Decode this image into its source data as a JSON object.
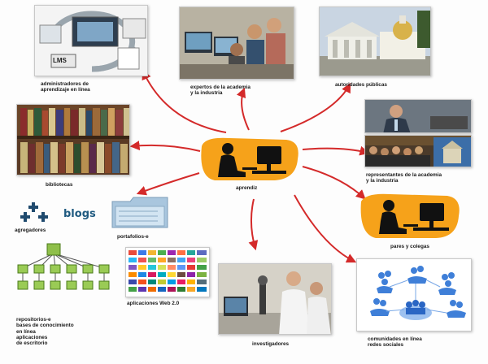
{
  "diagram": {
    "center": {
      "label": "aprendiz"
    },
    "nodes": {
      "lms": {
        "label": "administradores de\naprendizaje en línea",
        "badge": "LMS"
      },
      "expertos": {
        "label": "expertos de la academia\ny la industria"
      },
      "autoridades": {
        "label": "autoridades públicas"
      },
      "bibliotecas": {
        "label": "bibliotecas"
      },
      "representantes": {
        "label": "representantes de la academia\ny la industria"
      },
      "agregadores": {
        "label": "agregadores",
        "blogs_word": "blogs"
      },
      "portafolios": {
        "label": "portafolios-e"
      },
      "pares": {
        "label": "pares y colegas"
      },
      "repositorios": {
        "label": "repositorios-e\nbases de conocimiento\nen línea\naplicaciones\nde escritorio"
      },
      "aplicaciones": {
        "label": "aplicaciones Web 2.0"
      },
      "investigadores": {
        "label": "investigadores"
      },
      "comunidades": {
        "label": "comunidades en línea\nredes sociales"
      }
    },
    "colors": {
      "arrow": "#d42a2a",
      "orange_card": "#f6a21a",
      "silhouette": "#111111",
      "label_text": "#1a1a1a",
      "blogs_text": "#1f5a80"
    }
  }
}
